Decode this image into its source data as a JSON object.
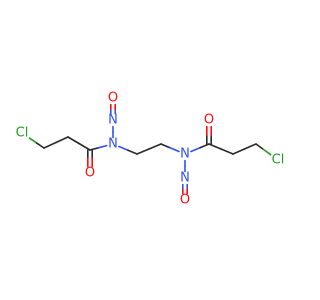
{
  "molecule": {
    "atoms": [
      {
        "id": "cl1",
        "symbol": "Cl",
        "color": "#1fa01f"
      },
      {
        "id": "c1",
        "symbol": "C"
      },
      {
        "id": "c2",
        "symbol": "C"
      },
      {
        "id": "c3",
        "symbol": "C"
      },
      {
        "id": "o1",
        "symbol": "O",
        "color": "#ff0d0d"
      },
      {
        "id": "n1",
        "symbol": "N",
        "color": "#3050f8"
      },
      {
        "id": "n2",
        "symbol": "N",
        "color": "#3050f8"
      },
      {
        "id": "o2",
        "symbol": "O",
        "color": "#ff0d0d"
      },
      {
        "id": "c4",
        "symbol": "C"
      },
      {
        "id": "c5",
        "symbol": "C"
      },
      {
        "id": "n3",
        "symbol": "N",
        "color": "#3050f8"
      },
      {
        "id": "n4",
        "symbol": "N",
        "color": "#3050f8"
      },
      {
        "id": "o3",
        "symbol": "O",
        "color": "#ff0d0d"
      },
      {
        "id": "c6",
        "symbol": "C"
      },
      {
        "id": "o4",
        "symbol": "O",
        "color": "#ff0d0d"
      },
      {
        "id": "c7",
        "symbol": "C"
      },
      {
        "id": "c8",
        "symbol": "C"
      },
      {
        "id": "cl2",
        "symbol": "Cl",
        "color": "#1fa01f"
      }
    ],
    "bonds": [
      {
        "a": "cl1",
        "b": "c1",
        "order": 1
      },
      {
        "a": "c1",
        "b": "c2",
        "order": 1
      },
      {
        "a": "c2",
        "b": "c3",
        "order": 1
      },
      {
        "a": "c3",
        "b": "o1",
        "order": 2
      },
      {
        "a": "c3",
        "b": "n1",
        "order": 1
      },
      {
        "a": "n1",
        "b": "n2",
        "order": 1
      },
      {
        "a": "n2",
        "b": "o2",
        "order": 2
      },
      {
        "a": "n1",
        "b": "c4",
        "order": 1
      },
      {
        "a": "c4",
        "b": "c5",
        "order": 1
      },
      {
        "a": "c5",
        "b": "n3",
        "order": 1
      },
      {
        "a": "n3",
        "b": "n4",
        "order": 1
      },
      {
        "a": "n4",
        "b": "o3",
        "order": 2
      },
      {
        "a": "n3",
        "b": "c6",
        "order": 1
      },
      {
        "a": "c6",
        "b": "o4",
        "order": 2
      },
      {
        "a": "c6",
        "b": "c7",
        "order": 1
      },
      {
        "a": "c7",
        "b": "c8",
        "order": 1
      },
      {
        "a": "c8",
        "b": "cl2",
        "order": 1
      }
    ]
  }
}
